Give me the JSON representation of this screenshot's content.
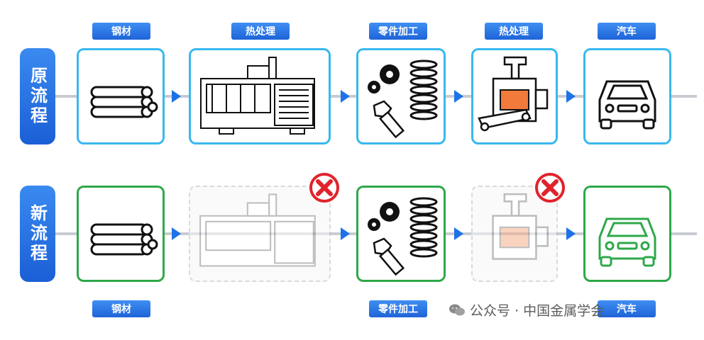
{
  "rows": {
    "original": {
      "label": "原流程"
    },
    "new": {
      "label": "新流程"
    }
  },
  "top_tags": [
    "钢材",
    "热处理",
    "零件加工",
    "热处理",
    "汽车"
  ],
  "bottom_tags": [
    "钢材",
    "零件加工",
    "汽车"
  ],
  "watermark": {
    "text": "公众号 · 中国金属学会",
    "icon": "wechat-icon"
  },
  "colors": {
    "blue_border": "#38b8ef",
    "green_border": "#2ea84a",
    "accent": "#1e63d8",
    "reject": "#e0232b"
  }
}
